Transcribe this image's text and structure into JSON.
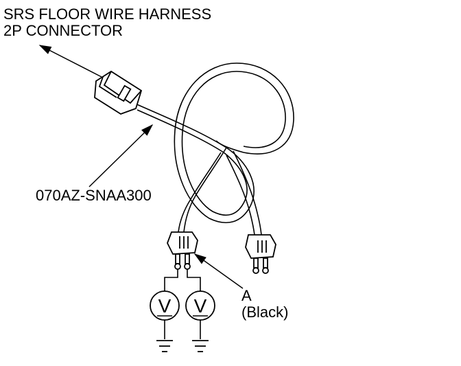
{
  "title": {
    "line1": "SRS FLOOR WIRE HARNESS",
    "line2": "2P CONNECTOR"
  },
  "part_number": "070AZ-SNAA300",
  "callout_a": {
    "letter": "A",
    "color_note": "(Black)"
  },
  "meters": [
    {
      "symbol": "V"
    },
    {
      "symbol": "V"
    }
  ],
  "colors": {
    "line": "#000000",
    "background": "#ffffff"
  }
}
